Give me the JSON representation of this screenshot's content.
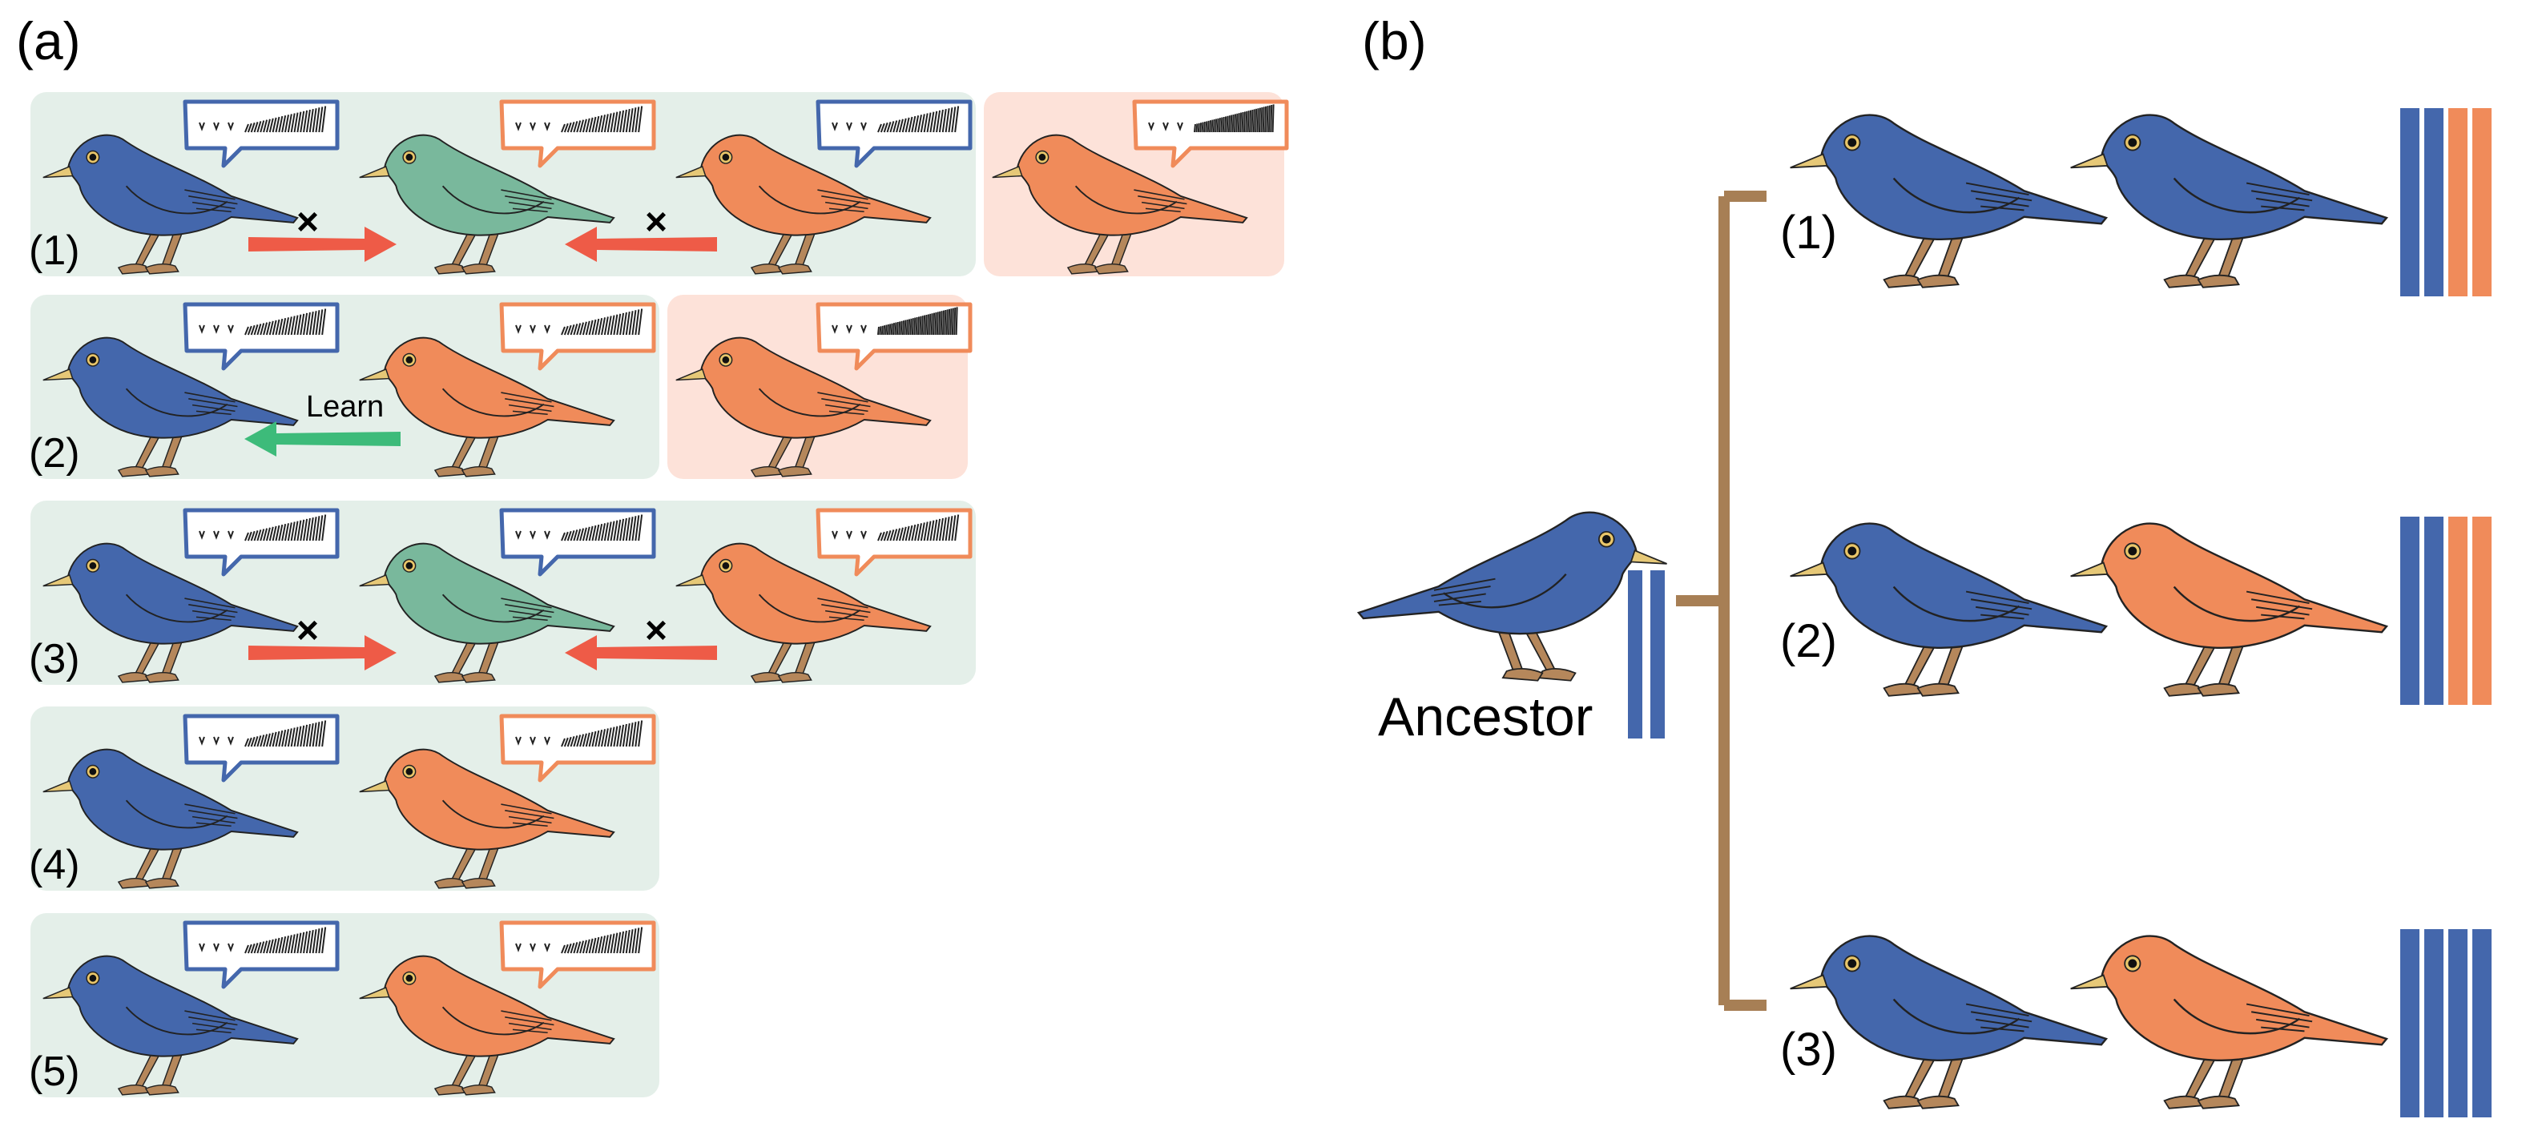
{
  "panel_a": {
    "label": "(a)",
    "rows": [
      {
        "label": "(1)",
        "birds": [
          "blue",
          "green",
          "orange",
          "orange"
        ],
        "highlight_last": true,
        "songs": [
          "blue",
          "orange-blue",
          "blue-orange",
          "orange"
        ],
        "arrows": [
          {
            "type": "cross",
            "dir": "right"
          },
          {
            "type": "cross",
            "dir": "left"
          }
        ]
      },
      {
        "label": "(2)",
        "birds": [
          "blue",
          "orange",
          "orange"
        ],
        "highlight_last": true,
        "songs": [
          "blue",
          "orange",
          "orange"
        ],
        "arrows": [
          {
            "type": "learn",
            "dir": "left",
            "text": "Learn"
          }
        ]
      },
      {
        "label": "(3)",
        "birds": [
          "blue",
          "green",
          "orange"
        ],
        "highlight_last": false,
        "songs": [
          "blue",
          "blue",
          "orange"
        ],
        "arrows": [
          {
            "type": "cross",
            "dir": "right"
          },
          {
            "type": "cross",
            "dir": "left"
          }
        ]
      },
      {
        "label": "(4)",
        "birds": [
          "blue",
          "orange"
        ],
        "highlight_last": false,
        "songs": [
          "blue",
          "orange"
        ],
        "arrows": []
      },
      {
        "label": "(5)",
        "birds": [
          "blue",
          "orange"
        ],
        "highlight_last": false,
        "songs": [
          "blue",
          "orange"
        ],
        "arrows": []
      }
    ]
  },
  "panel_b": {
    "label": "(b)",
    "ancestor_label": "Ancestor",
    "scenarios": [
      {
        "label": "(1)",
        "birds": [
          "blue",
          "blue"
        ],
        "bars": [
          "blue",
          "blue",
          "orange",
          "orange"
        ]
      },
      {
        "label": "(2)",
        "birds": [
          "blue",
          "orange"
        ],
        "bars": [
          "blue",
          "blue",
          "orange",
          "orange"
        ]
      },
      {
        "label": "(3)",
        "birds": [
          "blue",
          "orange"
        ],
        "bars": [
          "blue",
          "blue",
          "blue",
          "blue"
        ]
      }
    ]
  },
  "colors": {
    "blue": "#4467ac",
    "orange": "#f08b5a",
    "green": "#79b89c",
    "row_bg": "#e4efe9",
    "highlight_bg": "#fde2d9",
    "cross_arrow": "#ee5b47",
    "learn_arrow": "#3dbb7a",
    "tree": "#a77f55",
    "leg": "#b5875b",
    "beak": "#e6c877"
  }
}
